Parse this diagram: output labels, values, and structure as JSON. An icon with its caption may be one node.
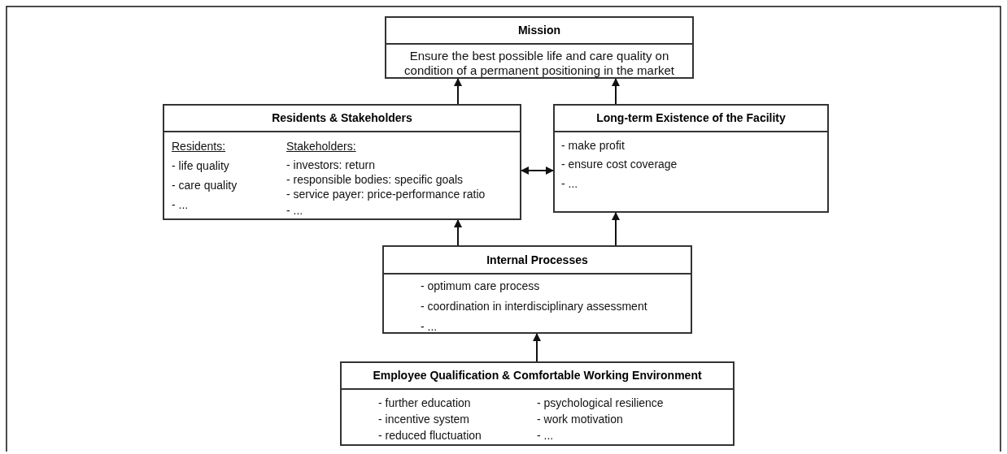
{
  "diagram": {
    "nodes": [
      {
        "text": [
          "Mission",
          "Ensure the best possible life and care quality on condition of a permanent positioning in the market"
        ]
      },
      {
        "text": [
          "Residents & Stakeholders",
          "Residents:",
          "- life quality",
          "- care quality",
          "- ...",
          "Stakeholders:",
          "- investors: return",
          "- responsible bodies: specific goals",
          "- service payer: price-performance ratio",
          "- ..."
        ]
      },
      {
        "text": [
          "Long-term Existence of the Facility",
          "- make profit",
          "- ensure cost coverage",
          "- ..."
        ]
      },
      {
        "text": [
          "Internal Processes",
          "- optimum care process",
          "- coordination in interdisciplinary assessment",
          "- ..."
        ]
      },
      {
        "text": [
          "Employee Qualification & Comfortable Working Environment",
          "- further education",
          "- incentive system",
          "- reduced fluctuation",
          "- psychological resilience",
          "- work motivation",
          "- ..."
        ]
      }
    ],
    "edges": [
      {
        "from": 1,
        "to": 0,
        "arrow": "to"
      },
      {
        "from": 2,
        "to": 0,
        "arrow": "to"
      },
      {
        "from": 1,
        "to": 2,
        "arrow": "both"
      },
      {
        "from": 3,
        "to": 1,
        "arrow": "to"
      },
      {
        "from": 3,
        "to": 2,
        "arrow": "to"
      },
      {
        "from": 4,
        "to": 3,
        "arrow": "to"
      }
    ]
  }
}
